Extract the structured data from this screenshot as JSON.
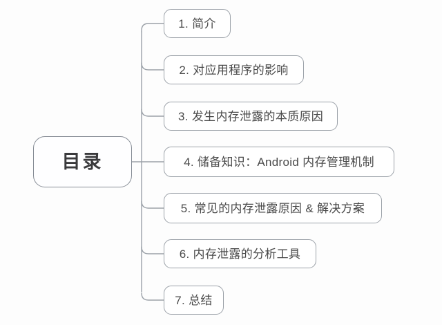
{
  "diagram": {
    "type": "mindmap",
    "title": "目录",
    "orientation": "left-to-right",
    "colors": {
      "background": "#fdfdfd",
      "node_border": "#9ba1a8",
      "root_border": "#868c95",
      "node_fill": "#ffffff",
      "node_text": "#4a4a4a",
      "root_text": "#3a3a3c",
      "connector": "#9ba1a8"
    },
    "root": {
      "label": "目录"
    },
    "children": [
      {
        "index": "1",
        "label": "1. 简介"
      },
      {
        "index": "2",
        "label": "2. 对应用程序的影响"
      },
      {
        "index": "3",
        "label": "3. 发生内存泄露的本质原因"
      },
      {
        "index": "4",
        "label": "4. 储备知识：Android 内存管理机制"
      },
      {
        "index": "5",
        "label": "5. 常见的内存泄露原因 & 解决方案"
      },
      {
        "index": "6",
        "label": "6. 内存泄露的分析工具"
      },
      {
        "index": "7",
        "label": "7. 总结"
      }
    ]
  }
}
